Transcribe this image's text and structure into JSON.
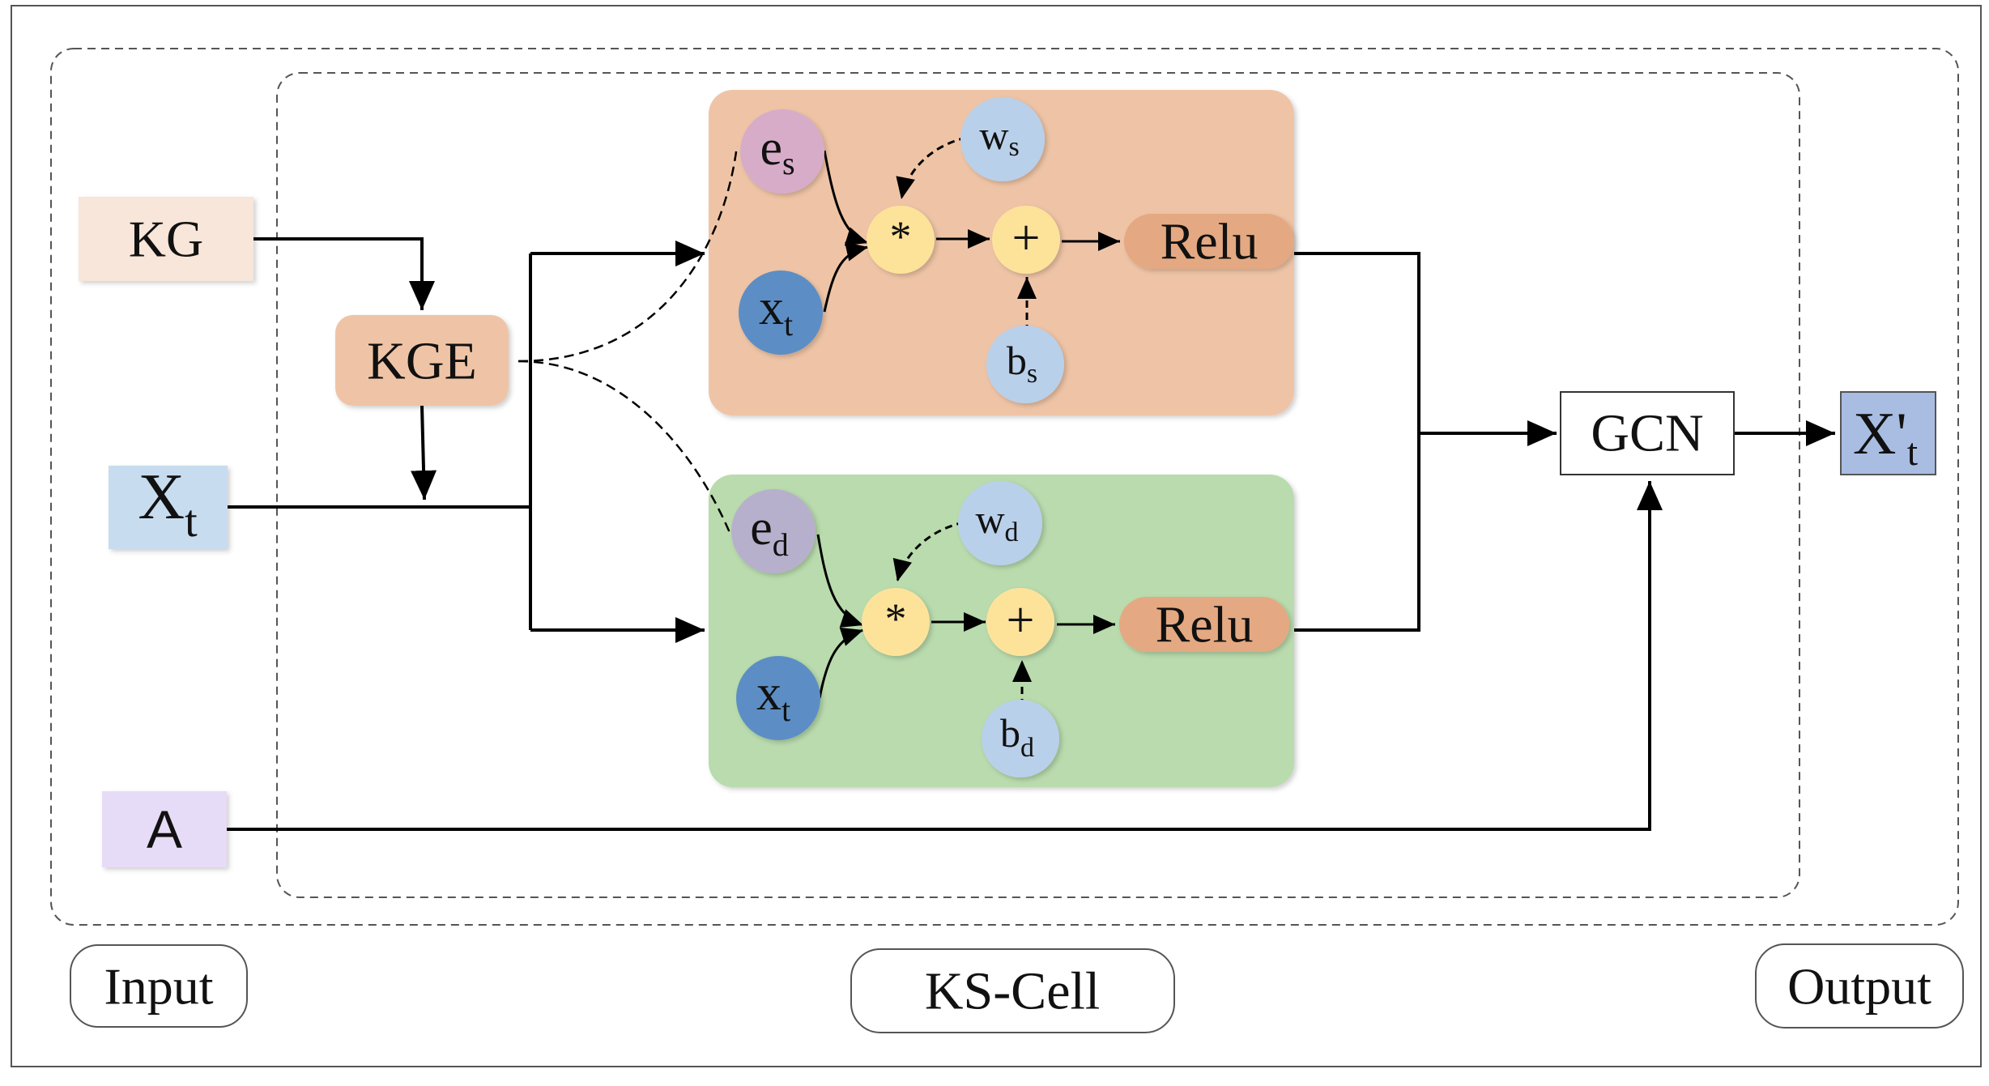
{
  "inputs": {
    "kg": "KG",
    "xt_main": "X",
    "xt_sub": "t",
    "a": "A"
  },
  "kge": {
    "label": "KGE"
  },
  "static_block": {
    "e": "e",
    "e_sub": "s",
    "x": "x",
    "x_sub": "t",
    "w": "w",
    "w_sub": "s",
    "b": "b",
    "b_sub": "s",
    "mul": "*",
    "add": "+",
    "relu": "Relu"
  },
  "dynamic_block": {
    "e": "e",
    "e_sub": "d",
    "x": "x",
    "x_sub": "t",
    "w": "w",
    "w_sub": "d",
    "b": "b",
    "b_sub": "d",
    "mul": "*",
    "add": "+",
    "relu": "Relu"
  },
  "gcn": {
    "label": "GCN"
  },
  "output": {
    "main": "X'",
    "sub": "t"
  },
  "sections": {
    "input": "Input",
    "cell": "KS-Cell",
    "output": "Output"
  },
  "colors": {
    "kg_fill": "#f7e6d9",
    "xt_fill": "#c7dcef",
    "a_fill": "#e7dcf7",
    "kge_fill": "#efc4a6",
    "static_panel": "#efc4a6",
    "dynamic_panel": "#b9dbad",
    "e_s": "#d7acc9",
    "e_d": "#b7b0cc",
    "x_node": "#5b8ec5",
    "w_b_node": "#b9d0ea",
    "op_node": "#fde39a",
    "relu": "#e4a982",
    "output_fill": "#a9bde3"
  }
}
